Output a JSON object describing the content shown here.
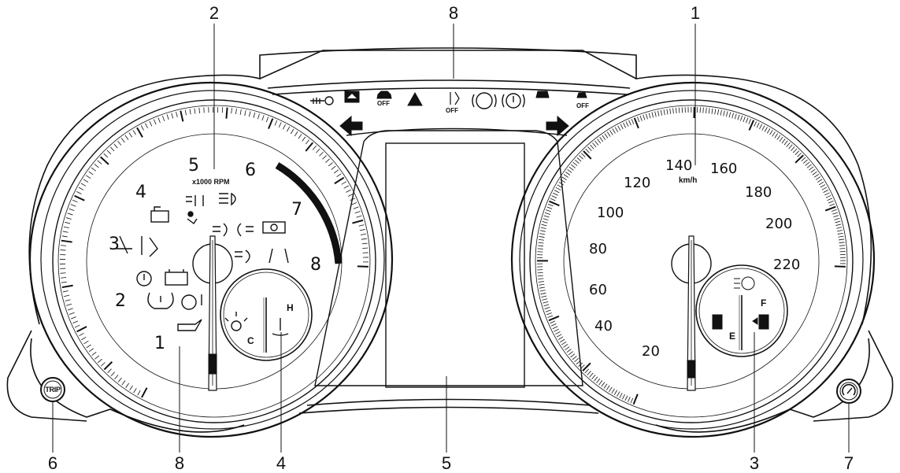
{
  "callouts": {
    "c2_top": "2",
    "c8_top": "8",
    "c1_top": "1",
    "c6_bottom": "6",
    "c8_bottom": "8",
    "c4_bottom": "4",
    "c5_bottom": "5",
    "c3_bottom": "3",
    "c7_bottom": "7"
  },
  "tachometer": {
    "unit": "x1000 RPM",
    "numbers": [
      "1",
      "2",
      "3",
      "4",
      "5",
      "6",
      "7",
      "8"
    ]
  },
  "speedometer": {
    "unit": "km/h",
    "numbers": [
      "20",
      "40",
      "60",
      "80",
      "100",
      "120",
      "140",
      "160",
      "180",
      "200",
      "220"
    ]
  },
  "temp_gauge": {
    "cold": "C",
    "hot": "H"
  },
  "fuel_gauge": {
    "empty": "E",
    "full": "F"
  },
  "buttons": {
    "trip": "TRIP"
  },
  "indicators": {
    "off_a": "OFF",
    "off_b": "OFF",
    "off_c": "OFF"
  }
}
